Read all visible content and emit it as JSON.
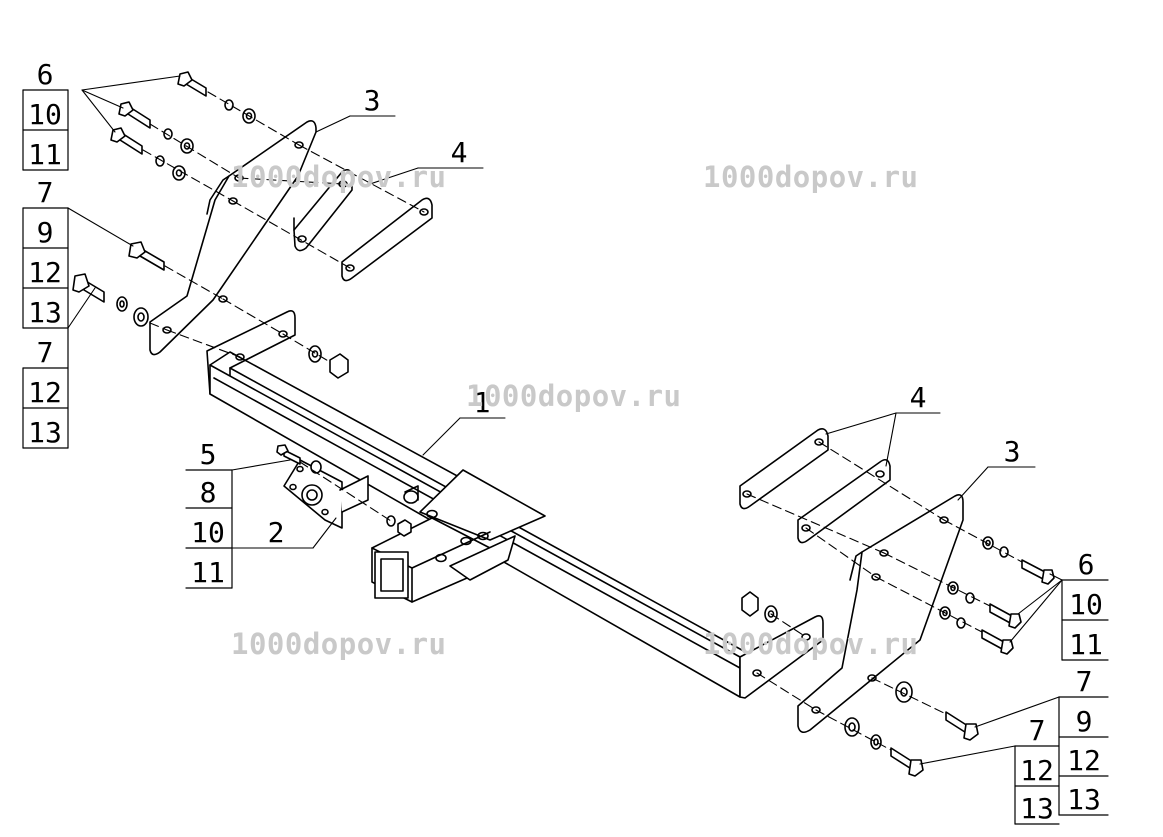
{
  "watermarks": [
    "1000dopov.ru",
    "1000dopov.ru",
    "1000dopov.ru",
    "1000dopov.ru",
    "1000dopov.ru"
  ],
  "callouts": {
    "left_top": [
      "6",
      "10",
      "11"
    ],
    "left_mid": [
      "7",
      "9",
      "12",
      "13"
    ],
    "left_low": [
      "7",
      "12",
      "13"
    ],
    "socket": [
      "5",
      "8",
      "10",
      "11"
    ],
    "right_top": [
      "6",
      "10",
      "11"
    ],
    "right_mid": [
      "7",
      "9",
      "12",
      "13"
    ],
    "right_low": [
      "7",
      "12",
      "13"
    ]
  },
  "parts": {
    "crossbar": "1",
    "socket_bracket": "2",
    "plate_left": "3",
    "spacer_left": "4",
    "spacer_right": "4",
    "plate_right": "3"
  }
}
